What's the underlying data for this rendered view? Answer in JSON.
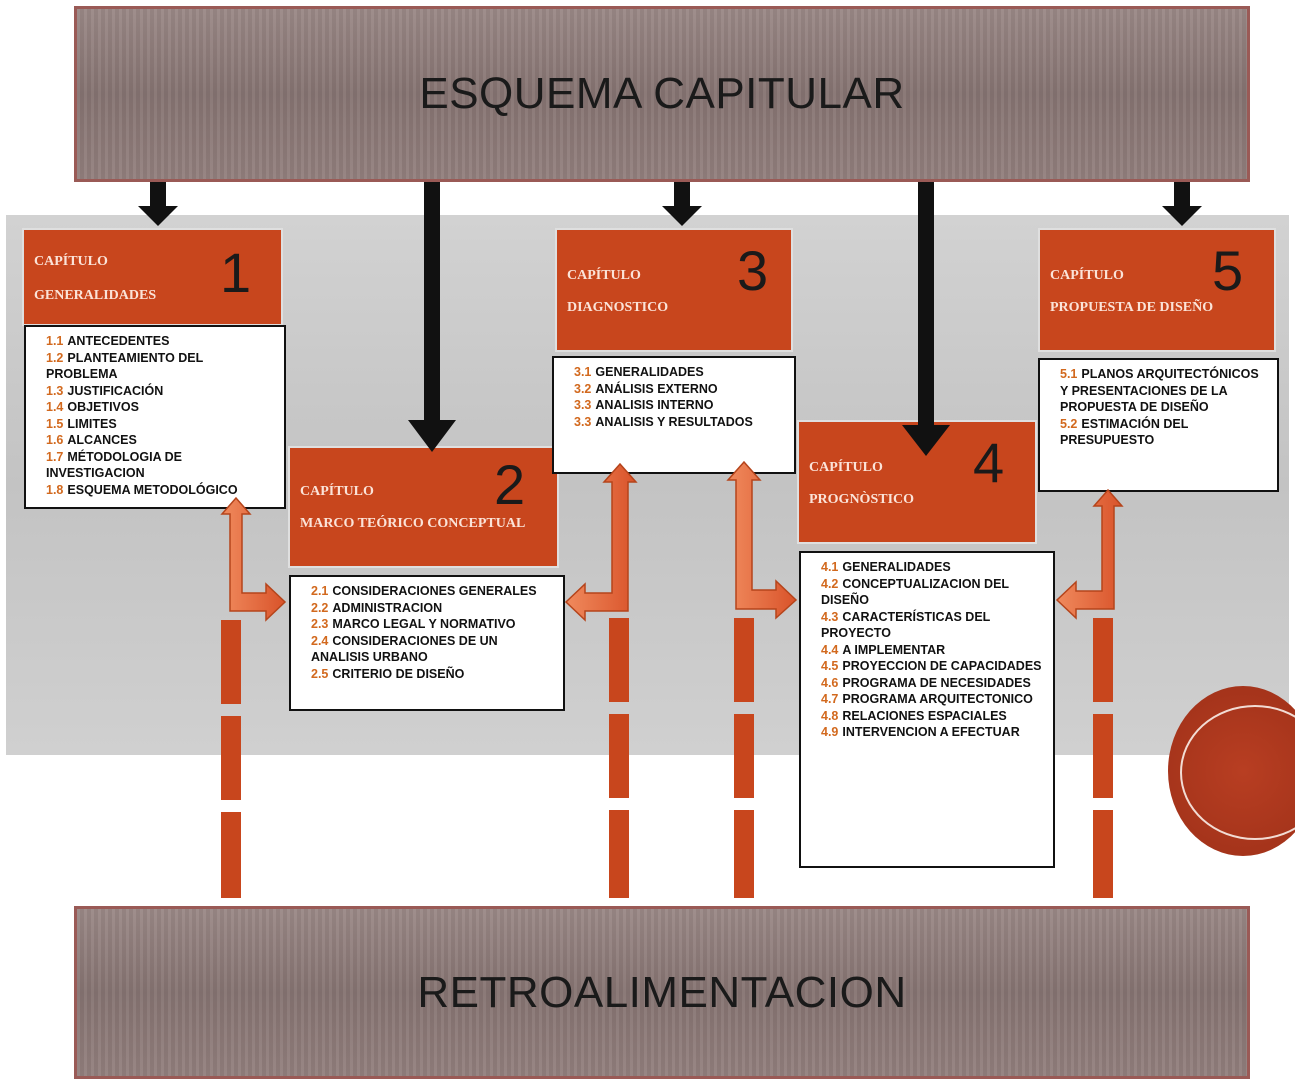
{
  "header": {
    "title": "ESQUEMA CAPITULAR"
  },
  "footer": {
    "title": "RETROALIMENTACION"
  },
  "chapters": [
    {
      "label": "CAPÍTULO",
      "name": "GENERALIDADES",
      "number": "1",
      "items": [
        {
          "num": "1.1",
          "text": "ANTECEDENTES"
        },
        {
          "num": "1.2",
          "text": "PLANTEAMIENTO DEL PROBLEMA"
        },
        {
          "num": "1.3",
          "text": "JUSTIFICACIÓN"
        },
        {
          "num": "1.4",
          "text": "OBJETIVOS"
        },
        {
          "num": "1.5",
          "text": "LIMITES"
        },
        {
          "num": "1.6",
          "text": "ALCANCES"
        },
        {
          "num": "1.7",
          "text": "MÉTODOLOGIA DE INVESTIGACION"
        },
        {
          "num": "1.8",
          "text": "ESQUEMA METODOLÓGICO"
        }
      ]
    },
    {
      "label": "CAPÍTULO",
      "name": "MARCO TEÓRICO CONCEPTUAL",
      "number": "2",
      "items": [
        {
          "num": "2.1",
          "text": "CONSIDERACIONES GENERALES"
        },
        {
          "num": "2.2",
          "text": "ADMINISTRACION"
        },
        {
          "num": "2.3",
          "text": "MARCO LEGAL Y NORMATIVO"
        },
        {
          "num": "2.4",
          "text": "CONSIDERACIONES DE UN ANALISIS URBANO"
        },
        {
          "num": "2.5",
          "text": "CRITERIO DE DISEÑO"
        }
      ]
    },
    {
      "label": "CAPÍTULO",
      "name": "DIAGNOSTICO",
      "number": "3",
      "items": [
        {
          "num": "3.1",
          "text": "GENERALIDADES"
        },
        {
          "num": "3.2",
          "text": "ANÁLISIS EXTERNO"
        },
        {
          "num": "3.3",
          "text": "ANALISIS INTERNO"
        },
        {
          "num": "3.3",
          "text": "ANALISIS Y RESULTADOS"
        }
      ]
    },
    {
      "label": "CAPÍTULO",
      "name": "PROGNÒSTICO",
      "number": "4",
      "items": [
        {
          "num": "4.1",
          "text": "GENERALIDADES"
        },
        {
          "num": "4.2",
          "text": "CONCEPTUALIZACION DEL DISEÑO"
        },
        {
          "num": "4.3",
          "text": "CARACTERÍSTICAS DEL PROYECTO"
        },
        {
          "num": "4.4",
          "text": "A IMPLEMENTAR"
        },
        {
          "num": "4.5",
          "text": "PROYECCION DE CAPACIDADES"
        },
        {
          "num": "4.6",
          "text": "PROGRAMA DE NECESIDADES"
        },
        {
          "num": "4.7",
          "text": "PROGRAMA ARQUITECTONICO"
        },
        {
          "num": "4.8",
          "text": "RELACIONES ESPACIALES"
        },
        {
          "num": "4.9",
          "text": "INTERVENCION A EFECTUAR"
        }
      ]
    },
    {
      "label": "CAPÍTULO",
      "name": "PROPUESTA DE DISEÑO",
      "number": "5",
      "items": [
        {
          "num": "5.1",
          "text": "PLANOS ARQUITECTÓNICOS Y PRESENTACIONES DE LA PROPUESTA DE DISEÑO"
        },
        {
          "num": "5.2",
          "text": "ESTIMACIÓN DEL PRESUPUESTO"
        }
      ]
    }
  ],
  "colors": {
    "chapter_fill": "#c8461d",
    "item_number": "#d2691e",
    "arrow_orange": "#e86a3a",
    "banner": "#8c7a78"
  }
}
